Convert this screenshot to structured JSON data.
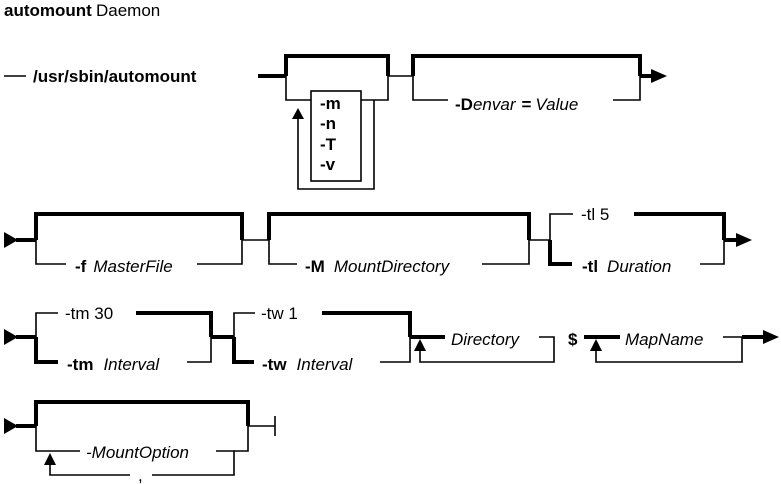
{
  "title": {
    "command": "automount",
    "rest": "Daemon"
  },
  "row1": {
    "path": "/usr/sbin/automount",
    "flags": [
      "-m",
      "-n",
      "-T",
      "-v"
    ],
    "define_flag": "-D",
    "define_var": "envar",
    "define_eq": "=",
    "define_value": "Value"
  },
  "row2": {
    "f_flag": "-f",
    "f_arg": "MasterFile",
    "M_flag": "-M",
    "M_arg": "MountDirectory",
    "tl_default": "-tl 5",
    "tl_flag": "-tl",
    "tl_arg": "Duration"
  },
  "row3": {
    "tm_default": "-tm 30",
    "tm_flag": "-tm",
    "tm_arg": "Interval",
    "tw_default": "-tw 1",
    "tw_flag": "-tw",
    "tw_arg": "Interval",
    "directory": "Directory",
    "dollar": "$",
    "mapname": "MapName"
  },
  "row4": {
    "mount_option": "-MountOption",
    "separator": ","
  }
}
